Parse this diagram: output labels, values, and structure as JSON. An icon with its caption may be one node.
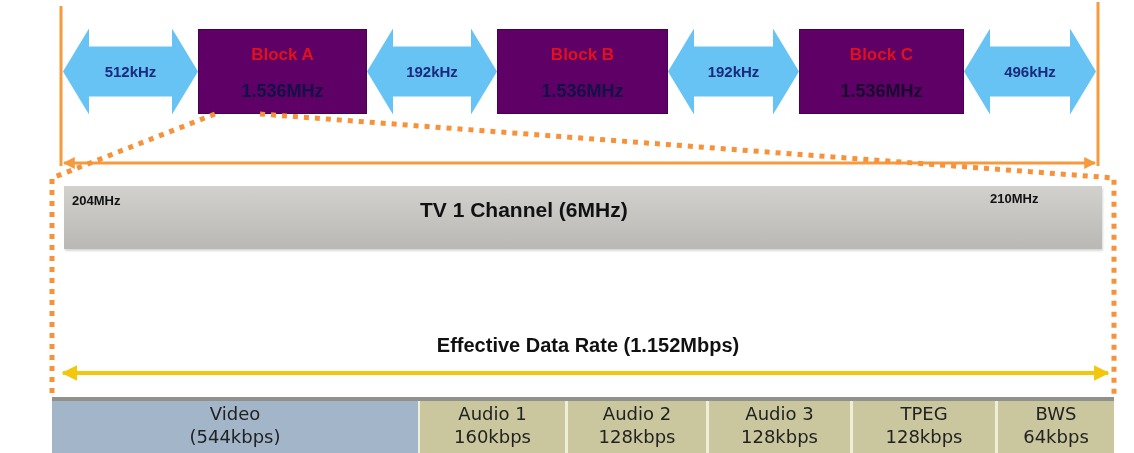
{
  "diagram": {
    "nodes": [
      {
        "text": [
          "Block A",
          "1.536MHz"
        ]
      },
      {
        "text": [
          "Block B",
          "1.536MHz"
        ]
      },
      {
        "text": [
          "Block C",
          "1.536MHz"
        ]
      },
      {
        "text": [
          "204MHz",
          "TV 1 Channel (6MHz)",
          "210MHz"
        ]
      },
      {
        "text": [],
        "shape": "bar"
      },
      {
        "text": [
          "Video",
          "(544kbps)"
        ],
        "in": 4
      },
      {
        "text": [
          "Audio 1",
          "160kbps"
        ],
        "in": 4
      },
      {
        "text": [
          "Audio 2",
          "128kbps"
        ],
        "in": 4
      },
      {
        "text": [
          "Audio 3",
          "128kbps"
        ],
        "in": 4
      },
      {
        "text": [
          "TPEG",
          "128kbps"
        ],
        "in": 4
      },
      {
        "text": [
          "BWS",
          "64kbps"
        ],
        "in": 4
      }
    ],
    "edges": [
      {
        "from": null,
        "to": 0,
        "arrow": "both",
        "label": "512kHz"
      },
      {
        "from": 0,
        "to": 1,
        "arrow": "both",
        "label": "192kHz"
      },
      {
        "from": 1,
        "to": 2,
        "arrow": "both",
        "label": "192kHz"
      },
      {
        "from": 2,
        "to": null,
        "arrow": "both",
        "label": "496kHz"
      },
      {
        "from": 0,
        "to": 4,
        "arrow": "none",
        "style": "dashed",
        "color": "#f7923a"
      },
      {
        "from": 0,
        "to": 4,
        "arrow": "none",
        "style": "dashed",
        "color": "#f7923a"
      }
    ],
    "labels": [
      "Effective Data Rate (1.152Mbps)"
    ]
  }
}
